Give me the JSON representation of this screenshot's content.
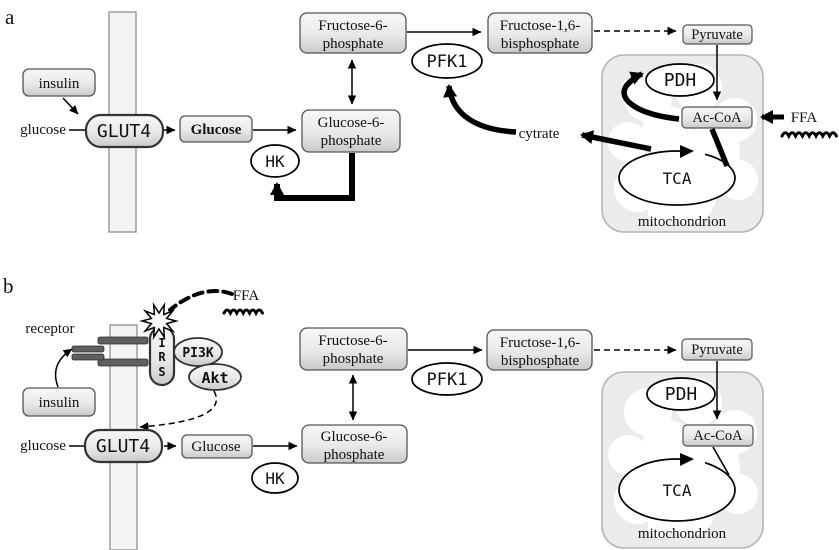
{
  "panel_a": {
    "label": "a",
    "insulin": "insulin",
    "glucose_ext": "glucose",
    "glut4": "GLUT4",
    "glucose_box": "Glucose",
    "hk": "HK",
    "g6p": {
      "line1": "Glucose-6-",
      "line2": "phosphate"
    },
    "f6p": {
      "line1": "Fructose-6-",
      "line2": "phosphate"
    },
    "pfk1": "PFK1",
    "f16bp": {
      "line1": "Fructose-1,6-",
      "line2": "bisphosphate"
    },
    "pyruvate": "Pyruvate",
    "pdh": "PDH",
    "ac_coa": "Ac-CoA",
    "tca": "TCA",
    "citrate": "cytrate",
    "ffa": "FFA",
    "mitochondrion": "mitochondrion"
  },
  "panel_b": {
    "label": "b",
    "receptor": "receptor",
    "ffa": "FFA",
    "irs": {
      "i": "I",
      "r": "R",
      "s": "S"
    },
    "pi3k": "PI3K",
    "akt": "Akt",
    "insulin": "insulin",
    "glucose_ext": "glucose",
    "glut4": "GLUT4",
    "glucose_box": "Glucose",
    "hk": "HK",
    "g6p": {
      "line1": "Glucose-6-",
      "line2": "phosphate"
    },
    "f6p": {
      "line1": "Fructose-6-",
      "line2": "phosphate"
    },
    "pfk1": "PFK1",
    "f16bp": {
      "line1": "Fructose-1,6-",
      "line2": "bisphosphate"
    },
    "pyruvate": "Pyruvate",
    "pdh": "PDH",
    "ac_coa": "Ac-CoA",
    "tca": "TCA",
    "mitochondrion": "mitochondrion"
  },
  "colors": {
    "background": "#ffffff",
    "box_fill_top": "#f7f7f7",
    "box_fill_bottom": "#c9c9c9",
    "box_border": "#555555",
    "membrane_fill": "#f3f3f3",
    "membrane_border": "#909090",
    "mitochondrion_fill": "#ebebeb",
    "mitochondrion_border": "#b5b5b5",
    "receptor_bar": "#5f5f5f",
    "line": "#000000"
  }
}
